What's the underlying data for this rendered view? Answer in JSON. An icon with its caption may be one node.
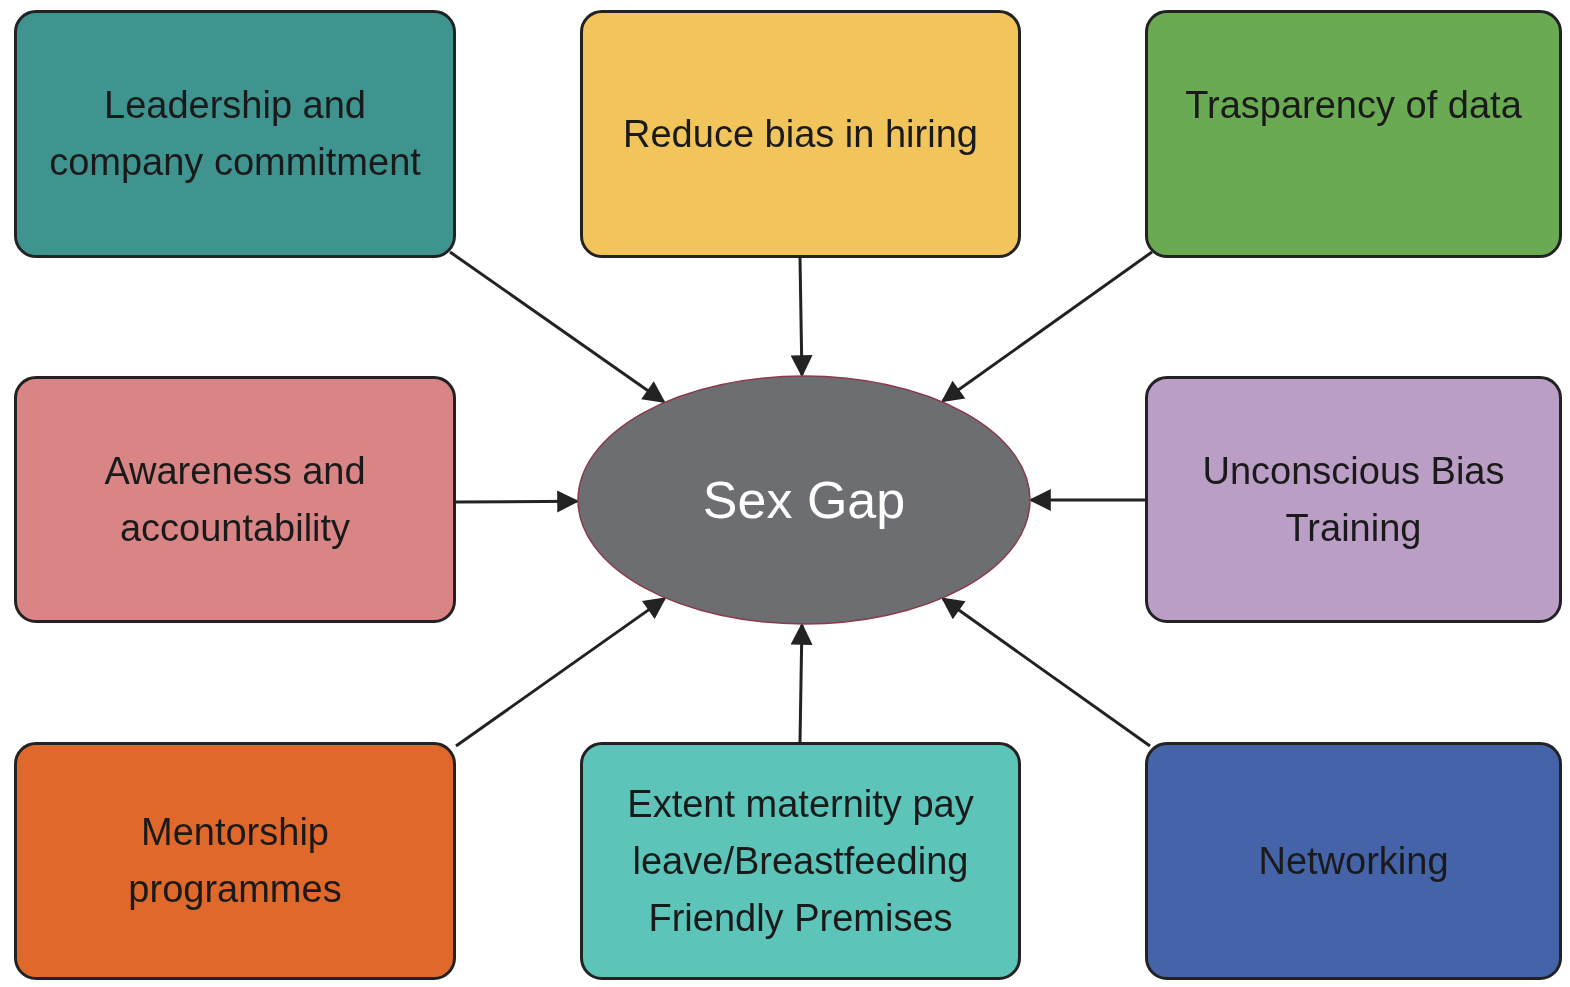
{
  "diagram": {
    "nodes": [
      {
        "text": [
          "Leadership and company commitment"
        ]
      },
      {
        "text": [
          "Reduce bias in hiring"
        ]
      },
      {
        "text": [
          "Trasparency of data"
        ]
      },
      {
        "text": [
          "Awareness and accountability"
        ]
      },
      {
        "text": [
          "Sex Gap"
        ]
      },
      {
        "text": [
          "Unconscious Bias Training"
        ]
      },
      {
        "text": [
          "Mentorship programmes"
        ]
      },
      {
        "text": [
          "Extent maternity pay leave/Breastfeeding Friendly Premises"
        ]
      },
      {
        "text": [
          "Networking"
        ]
      }
    ],
    "edges": [
      {
        "from": 0,
        "to": 4,
        "arrow": "to"
      },
      {
        "from": 1,
        "to": 4,
        "arrow": "to"
      },
      {
        "from": 2,
        "to": 4,
        "arrow": "to"
      },
      {
        "from": 3,
        "to": 4,
        "arrow": "to"
      },
      {
        "from": 5,
        "to": 4,
        "arrow": "to"
      },
      {
        "from": 6,
        "to": 4,
        "arrow": "to"
      },
      {
        "from": 7,
        "to": 4,
        "arrow": "to"
      },
      {
        "from": 8,
        "to": 4,
        "arrow": "to"
      }
    ]
  }
}
